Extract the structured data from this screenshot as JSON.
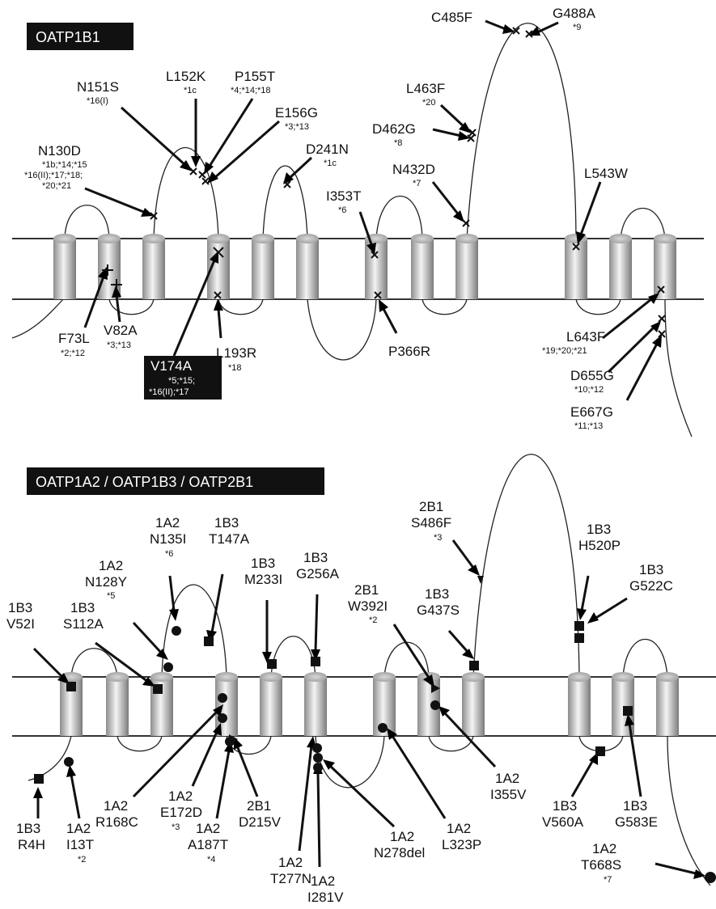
{
  "panel1": {
    "title": "OATP1B1",
    "labels": [
      {
        "k": "n151s",
        "name": "N151S",
        "sub": "*16(I)"
      },
      {
        "k": "l152k",
        "name": "L152K",
        "sub": "*1c"
      },
      {
        "k": "p155t",
        "name": "P155T",
        "sub": "*4;*14;*18"
      },
      {
        "k": "e156g",
        "name": "E156G",
        "sub": "*3;*13"
      },
      {
        "k": "n130d",
        "name": "N130D",
        "sub": [
          "*1b;*14;*15",
          "*16(II);*17;*18;",
          "*20;*21"
        ]
      },
      {
        "k": "d241n",
        "name": "D241N",
        "sub": "*1c"
      },
      {
        "k": "i353t",
        "name": "I353T",
        "sub": "*6"
      },
      {
        "k": "n432d",
        "name": "N432D",
        "sub": "*7"
      },
      {
        "k": "l463f",
        "name": "L463F",
        "sub": "*20"
      },
      {
        "k": "d462g",
        "name": "D462G",
        "sub": "*8"
      },
      {
        "k": "c485f",
        "name": "C485F",
        "sub": ""
      },
      {
        "k": "g488a",
        "name": "G488A",
        "sub": "*9"
      },
      {
        "k": "l543w",
        "name": "L543W",
        "sub": ""
      },
      {
        "k": "f73l",
        "name": "F73L",
        "sub": "*2;*12"
      },
      {
        "k": "v82a",
        "name": "V82A",
        "sub": "*3;*13"
      },
      {
        "k": "v174a",
        "name": "V174A",
        "sub": [
          "*5;*15;",
          "*16(II);*17"
        ]
      },
      {
        "k": "l193r",
        "name": "L193R",
        "sub": "*18"
      },
      {
        "k": "p366r",
        "name": "P366R",
        "sub": ""
      },
      {
        "k": "l643f",
        "name": "L643F",
        "sub": "*19;*20;*21"
      },
      {
        "k": "d655g",
        "name": "D655G",
        "sub": "*10;*12"
      },
      {
        "k": "e667g",
        "name": "E667G",
        "sub": "*11;*13"
      }
    ]
  },
  "panel2": {
    "title": "OATP1A2 / OATP1B3 / OATP2B1",
    "labels": [
      {
        "k": "b3_v52i",
        "lines": [
          "1B3",
          "V52I"
        ],
        "sub": ""
      },
      {
        "k": "b3_s112a",
        "lines": [
          "1B3",
          "S112A"
        ],
        "sub": ""
      },
      {
        "k": "a2_n128y",
        "lines": [
          "1A2",
          "N128Y"
        ],
        "sub": "*5"
      },
      {
        "k": "a2_n135i",
        "lines": [
          "1A2",
          "N135I"
        ],
        "sub": "*6"
      },
      {
        "k": "b3_t147a",
        "lines": [
          "1B3",
          "T147A"
        ],
        "sub": ""
      },
      {
        "k": "b3_m233i",
        "lines": [
          "1B3",
          "M233I"
        ],
        "sub": ""
      },
      {
        "k": "b3_g256a",
        "lines": [
          "1B3",
          "G256A"
        ],
        "sub": ""
      },
      {
        "k": "b1_w392i",
        "lines": [
          "2B1",
          "W392I"
        ],
        "sub": "*2"
      },
      {
        "k": "b3_g437s",
        "lines": [
          "1B3",
          "G437S"
        ],
        "sub": ""
      },
      {
        "k": "b1_s486f",
        "lines": [
          "2B1",
          "S486F"
        ],
        "sub": "*3"
      },
      {
        "k": "b3_h520p",
        "lines": [
          "1B3",
          "H520P"
        ],
        "sub": ""
      },
      {
        "k": "b3_g522c",
        "lines": [
          "1B3",
          "G522C"
        ],
        "sub": ""
      },
      {
        "k": "b3_r4h",
        "lines": [
          "1B3",
          "R4H"
        ],
        "sub": ""
      },
      {
        "k": "a2_i13t",
        "lines": [
          "1A2",
          "I13T"
        ],
        "sub": "*2"
      },
      {
        "k": "a2_r168c",
        "lines": [
          "1A2",
          "R168C"
        ],
        "sub": ""
      },
      {
        "k": "a2_e172d",
        "lines": [
          "1A2",
          "E172D"
        ],
        "sub": "*3"
      },
      {
        "k": "a2_a187t",
        "lines": [
          "1A2",
          "A187T"
        ],
        "sub": "*4"
      },
      {
        "k": "b1_d215v",
        "lines": [
          "2B1",
          "D215V"
        ],
        "sub": ""
      },
      {
        "k": "a2_t277n",
        "lines": [
          "1A2",
          "T277N"
        ],
        "sub": ""
      },
      {
        "k": "a2_i281v",
        "lines": [
          "1A2",
          "I281V"
        ],
        "sub": ""
      },
      {
        "k": "a2_n278del",
        "lines": [
          "1A2",
          "N278del"
        ],
        "sub": ""
      },
      {
        "k": "a2_l323p",
        "lines": [
          "1A2",
          "L323P"
        ],
        "sub": ""
      },
      {
        "k": "a2_i355v",
        "lines": [
          "1A2",
          "I355V"
        ],
        "sub": ""
      },
      {
        "k": "b3_v560a",
        "lines": [
          "1B3",
          "V560A"
        ],
        "sub": ""
      },
      {
        "k": "b3_g583e",
        "lines": [
          "1B3",
          "G583E"
        ],
        "sub": ""
      },
      {
        "k": "a2_t668s",
        "lines": [
          "1A2",
          "T668S"
        ],
        "sub": "*7"
      }
    ]
  }
}
